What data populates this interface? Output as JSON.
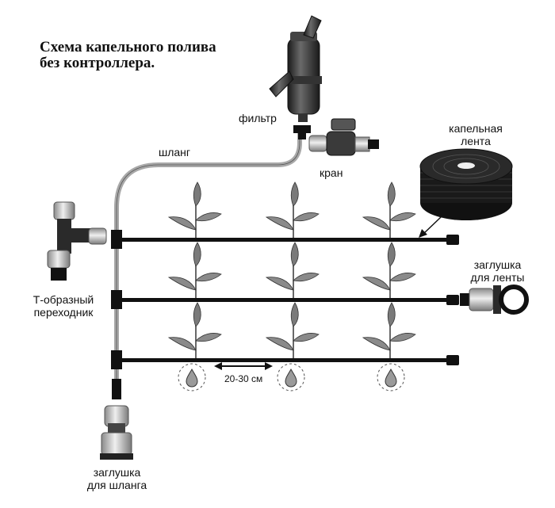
{
  "title": {
    "line1": "Схема капельного полива",
    "line2": "без контроллера."
  },
  "labels": {
    "filter": "фильтр",
    "hose": "шланг",
    "valve": "кран",
    "drip_tape_line1": "капельная",
    "drip_tape_line2": "лента",
    "tape_plug_line1": "заглушка",
    "tape_plug_line2": "для ленты",
    "tee_line1": "Т-образный",
    "tee_line2": "переходник",
    "hose_plug_line1": "заглушка",
    "hose_plug_line2": "для шланга",
    "spacing": "20-30 см"
  },
  "colors": {
    "pipe": "#111111",
    "hose": "#a8a8a8",
    "plant": "#7a7a7a",
    "fitting": "#c8c8c8",
    "fitting_dark": "#2a2a2a"
  },
  "icons": [
    "filter-icon",
    "valve-icon",
    "drip-tape-reel-icon",
    "tee-adapter-icon",
    "tape-plug-icon",
    "hose-plug-icon",
    "plant-icon",
    "water-drop-icon",
    "double-arrow-icon"
  ]
}
